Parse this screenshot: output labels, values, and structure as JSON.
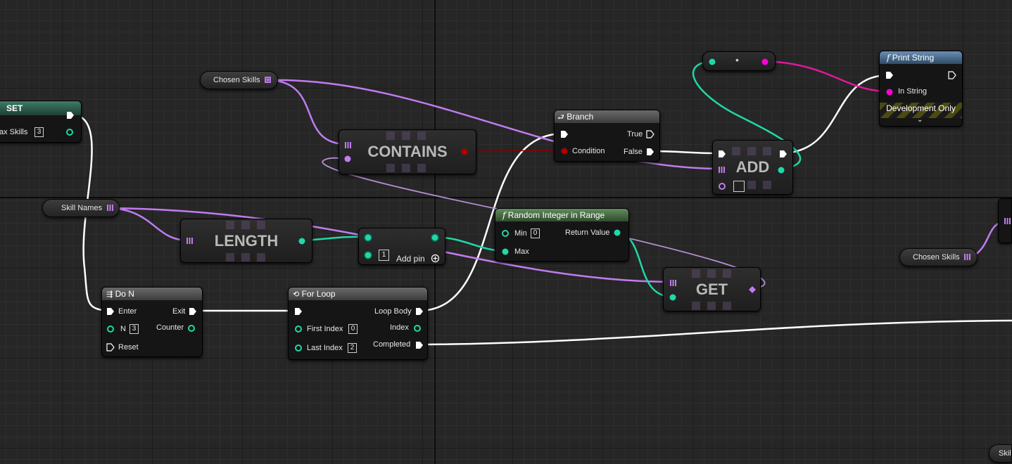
{
  "colors": {
    "exec": "#ffffff",
    "int": "#1fd8a8",
    "string": "#ff00d4",
    "bool": "#b00000",
    "array": "#c27bf0"
  },
  "set_node": {
    "title": "SET",
    "var_label": "ax Skills",
    "var_value": "3"
  },
  "chosen_skills_top": {
    "label": "Chosen Skills"
  },
  "skill_names": {
    "label": "Skill Names"
  },
  "contains_node": {
    "title": "CONTAINS"
  },
  "length_node": {
    "title": "LENGTH"
  },
  "add_int_node": {
    "value": "1",
    "add_pin_label": "Add pin"
  },
  "branch_node": {
    "title": "Branch",
    "true_label": "True",
    "condition_label": "Condition",
    "false_label": "False"
  },
  "random_node": {
    "title": "Random Integer in Range",
    "min_label": "Min",
    "min_value": "0",
    "max_label": "Max",
    "return_label": "Return Value"
  },
  "get_node": {
    "title": "GET"
  },
  "add_node": {
    "title": "ADD"
  },
  "convert_node": {
    "symbol": "•"
  },
  "print_node": {
    "title": "Print String",
    "in_string_label": "In String",
    "dev_only": "Development Only"
  },
  "do_n_node": {
    "title": "Do N",
    "enter_label": "Enter",
    "exit_label": "Exit",
    "n_label": "N",
    "n_value": "3",
    "counter_label": "Counter",
    "reset_label": "Reset"
  },
  "for_loop_node": {
    "title": "For Loop",
    "loop_body_label": "Loop Body",
    "first_index_label": "First Index",
    "first_index_value": "0",
    "index_label": "Index",
    "last_index_label": "Last Index",
    "last_index_value": "2",
    "completed_label": "Completed"
  },
  "chosen_skills_right": {
    "label": "Chosen Skills"
  },
  "skill_bottom": {
    "label": "Skil"
  }
}
